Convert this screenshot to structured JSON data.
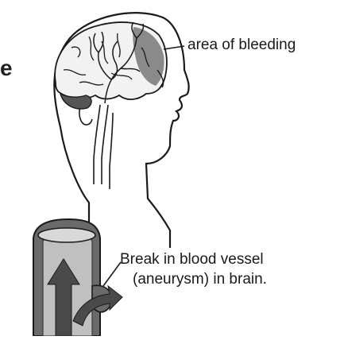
{
  "labels": {
    "bleeding": "area of bleeding",
    "break_line1": "Break in blood vessel",
    "break_line2": "(aneurysm) in brain.",
    "edge_fragment": "e"
  },
  "colors": {
    "outline": "#1a1a1a",
    "bleed_area": "#8a8a8a",
    "vessel_dark": "#5a5a5a",
    "vessel_light": "#b8b8b8",
    "arrow": "#4a4a4a"
  }
}
